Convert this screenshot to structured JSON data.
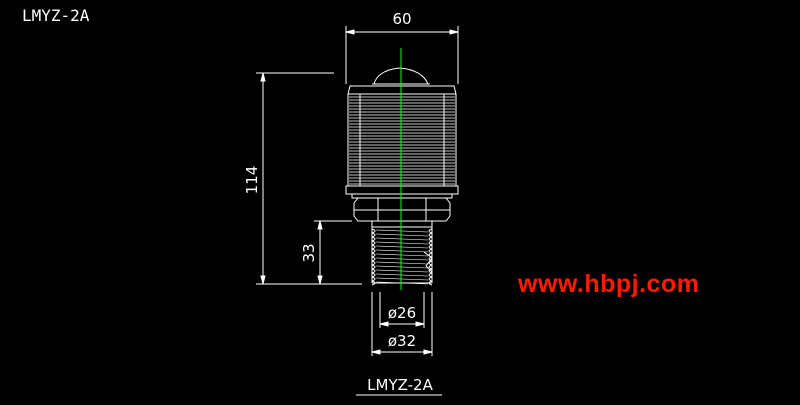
{
  "drawing": {
    "title": "LMYZ-2A",
    "caption": "LMYZ-2A",
    "dimensions": {
      "top_width": "60",
      "overall_height": "114",
      "thread_height": "33",
      "inner_diameter": "ø26",
      "outer_diameter": "ø32"
    }
  },
  "watermark": "www.hbpj.com",
  "colors": {
    "background": "#000000",
    "line": "#ffffff",
    "centerline": "#00ff00",
    "watermark": "#ff1a00"
  }
}
